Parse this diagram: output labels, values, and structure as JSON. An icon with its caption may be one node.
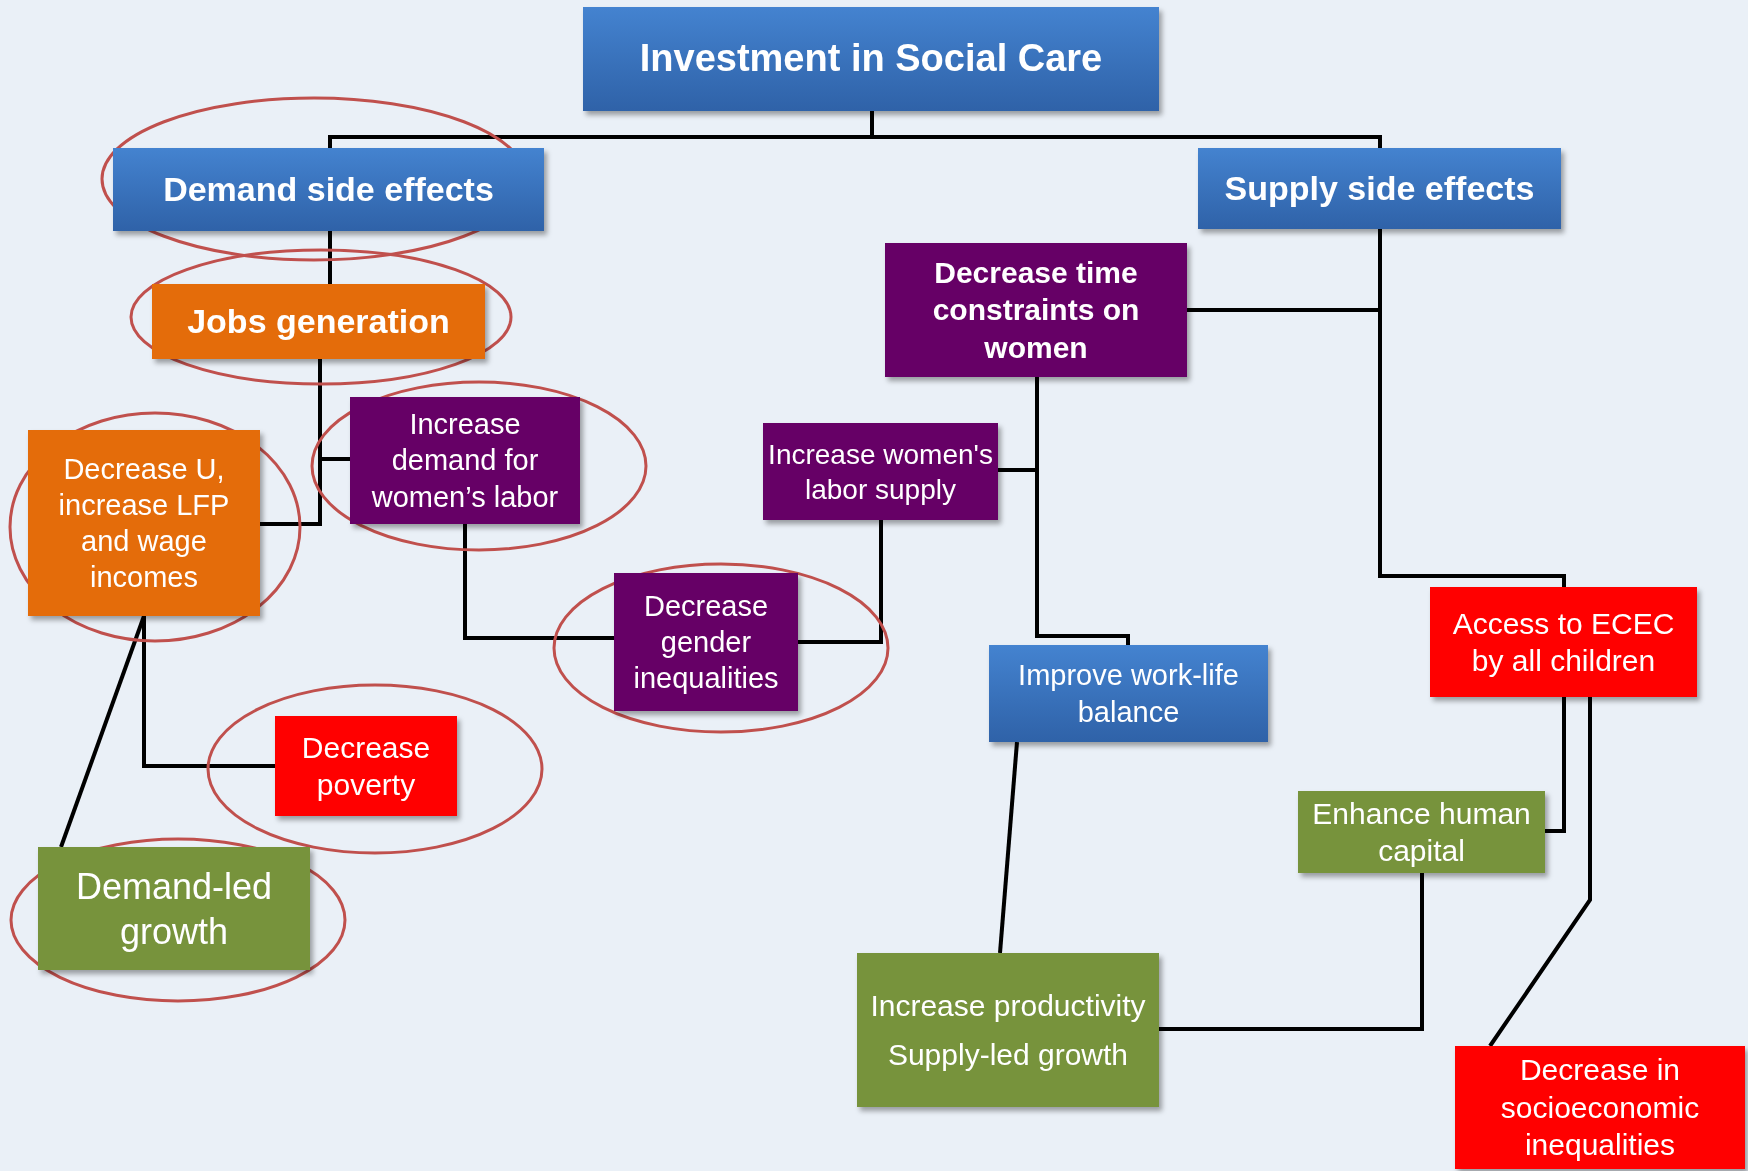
{
  "diagram": {
    "nodes": [
      {
        "text": [
          "Investment in Social Care"
        ]
      },
      {
        "text": [
          "Demand side effects"
        ]
      },
      {
        "text": [
          "Supply side effects"
        ]
      },
      {
        "text": [
          "Jobs generation"
        ]
      },
      {
        "text": [
          "Decrease time constraints on women"
        ]
      },
      {
        "text": [
          "Decrease U, increase LFP and wage incomes"
        ]
      },
      {
        "text": [
          "Increase demand for women’s labor"
        ]
      },
      {
        "text": [
          "Increase women's labor supply"
        ]
      },
      {
        "text": [
          "Decrease gender inequalities"
        ]
      },
      {
        "text": [
          "Access to ECEC by all children"
        ]
      },
      {
        "text": [
          "Improve work-life balance"
        ]
      },
      {
        "text": [
          "Decrease poverty"
        ]
      },
      {
        "text": [
          "Enhance human capital"
        ]
      },
      {
        "text": [
          "Demand-led growth"
        ]
      },
      {
        "text": [
          "Increase productivity",
          "Supply-led growth"
        ]
      },
      {
        "text": [
          "Decrease in socioeconomic inequalities"
        ]
      }
    ],
    "edges": [
      {
        "from": 0,
        "to": 1,
        "arrow": "none"
      },
      {
        "from": 0,
        "to": 2,
        "arrow": "none"
      },
      {
        "from": 1,
        "to": 3,
        "arrow": "none"
      },
      {
        "from": 3,
        "to": 5,
        "arrow": "none"
      },
      {
        "from": 3,
        "to": 6,
        "arrow": "none"
      },
      {
        "from": 6,
        "to": 8,
        "arrow": "none"
      },
      {
        "from": 8,
        "to": 7,
        "arrow": "none"
      },
      {
        "from": 4,
        "to": 7,
        "arrow": "none"
      },
      {
        "from": 4,
        "to": 10,
        "arrow": "none"
      },
      {
        "from": 2,
        "to": 4,
        "arrow": "none"
      },
      {
        "from": 2,
        "to": 9,
        "arrow": "none"
      },
      {
        "from": 5,
        "to": 11,
        "arrow": "none"
      },
      {
        "from": 5,
        "to": 13,
        "arrow": "none"
      },
      {
        "from": 10,
        "to": 14,
        "arrow": "none"
      },
      {
        "from": 12,
        "to": 14,
        "arrow": "none"
      },
      {
        "from": 9,
        "to": 12,
        "arrow": "none"
      },
      {
        "from": 9,
        "to": 15,
        "arrow": "none"
      }
    ]
  }
}
